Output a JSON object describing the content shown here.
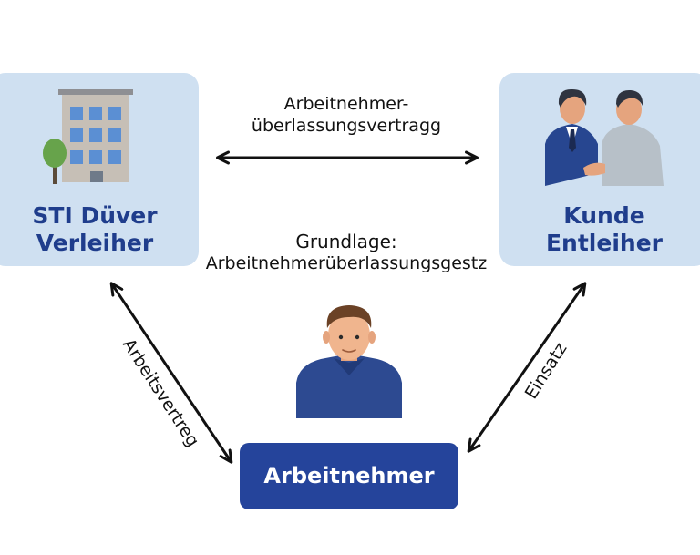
{
  "left_box": {
    "line1": "STI Düver",
    "line2": "Verleiher",
    "icon": "office-building-icon"
  },
  "right_box": {
    "line1": "Kunde",
    "line2": "Entleiher",
    "icon": "handshake-icon"
  },
  "contract_label": {
    "line1": "Arbeitnehmer-",
    "line2": "überlassungsvertragg"
  },
  "basis_label": {
    "line1": "Grundlage:",
    "line2": "Arbeitnehmerüberlassungsgestz"
  },
  "worker": {
    "label": "Arbeitnehmer",
    "icon": "person-icon"
  },
  "edge_left_label": "Arbeitsvertreg",
  "edge_right_label": "Einsatz",
  "colors": {
    "box_fill": "#cfe0f1",
    "title_blue": "#1f3d8c",
    "worker_blue": "#25449b",
    "arrow": "#111111"
  }
}
